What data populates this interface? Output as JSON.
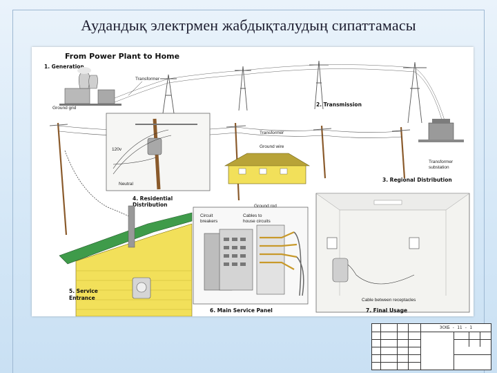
{
  "slide": {
    "title": "Аудандық электрмен жабдықталудың сипаттамасы"
  },
  "diagram": {
    "heading": "From Power Plant to Home",
    "sections": {
      "generation": "1. Generation",
      "transmission": "2. Transmission",
      "regional": "3. Regional Distribution",
      "residential_1": "4. Residential",
      "residential_2": "Distribution",
      "service_1": "5. Service",
      "service_2": "Entrance",
      "panel": "6. Main Service Panel",
      "usage": "7. Final Usage"
    },
    "labels": {
      "transformer_top": "Transformer",
      "ground_grid": "Ground grid",
      "transformer_mid": "Transformer",
      "ground_wire": "Ground wire",
      "voltage": "120v",
      "neutral": "Neutral",
      "ground_rod": "Ground rod",
      "transformer_sub_1": "Transformer",
      "transformer_sub_2": "substation",
      "circuit_breakers_1": "Circuit",
      "circuit_breakers_2": "breakers",
      "cables_1": "Cables to",
      "cables_2": "house circuits",
      "cable_receptacles": "Cable between receptacles"
    }
  },
  "title_block": {
    "code": "ЭСКБ - 11 - 1"
  },
  "colors": {
    "accent_blue": "#9db8d2",
    "house_yellow": "#f2e05a",
    "roof_green": "#3f9b4a",
    "brown": "#8a5a2b"
  }
}
